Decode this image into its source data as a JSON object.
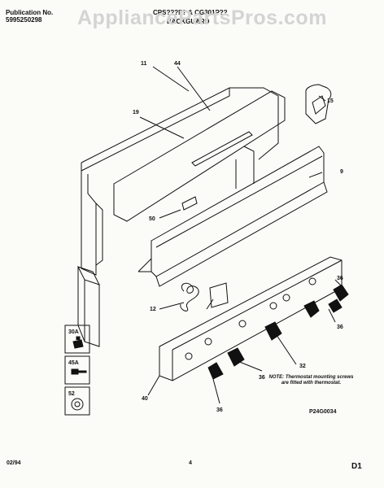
{
  "header": {
    "pub_label": "Publication No.",
    "pub_number": "5995250298",
    "model": "CPS???F? & CG301P??",
    "section": "BACKGUARD"
  },
  "watermark": "AppliancePartsPros.com",
  "callouts": {
    "c11": "11",
    "c44": "44",
    "c19": "19",
    "c15": "15",
    "c9": "9",
    "c50": "50",
    "c36a": "36",
    "c36b": "36",
    "c36c": "36",
    "c36d": "36",
    "c12": "12",
    "c32": "32",
    "c40": "40",
    "c30a": "30A",
    "c45a": "45A",
    "c52": "52"
  },
  "note": "NOTE: Thermostat mounting screws are fitted with thermostat.",
  "diagram_code": "P24G0034",
  "footer": {
    "date": "02/94",
    "page": "4",
    "section_code": "D1"
  }
}
